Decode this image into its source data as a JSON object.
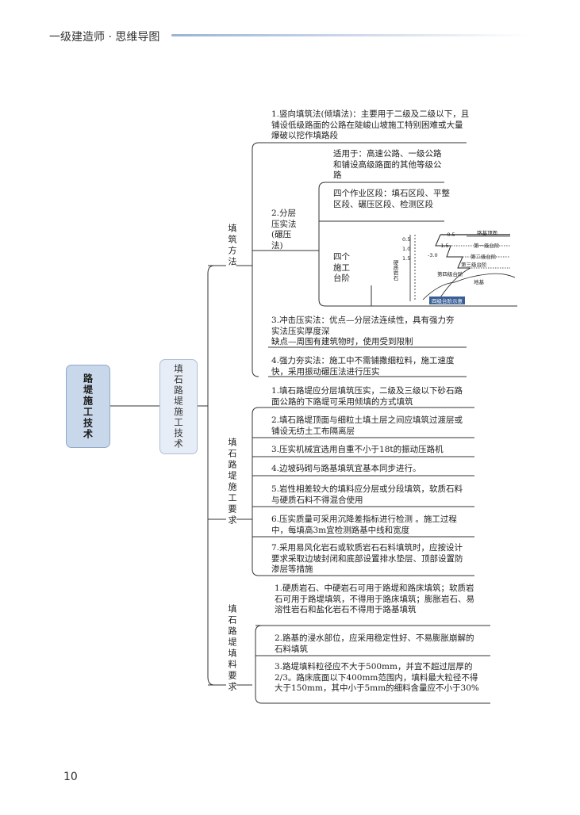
{
  "header": {
    "book_title": "一级建造师 · 思维导图"
  },
  "page_number": "10",
  "mindmap": {
    "root": "路堤施工技术",
    "topic": "填石路堤施工技术",
    "branches": [
      {
        "label": "填筑方法",
        "items": [
          "1.竖向填筑法(倾填法)：主要用于二级及二级以下，且铺设低级路面的公路在陡峻山坡施工特别困难或大量爆破以挖作填路段",
          "2.分层压实法(碾压法)",
          "3.冲击压实法：优点—分层法连续性，具有强力夯实法压实厚度深\n缺点—周围有建筑物时，使用受到限制",
          "4.强力夯实法：施工中不需铺撒细粒料，施工速度快，采用振动碾压法进行压实"
        ],
        "sub": [
          "适用于：高速公路、一级公路和铺设高级路面的其他等级公路",
          "四个作业区段：填石区段、平整区段、碾压区段、检测区段",
          "四个施工台阶"
        ]
      },
      {
        "label": "填石路堤施工要求",
        "items": [
          "1.填石路堤应分层填筑压实，二级及三级以下砂石路面公路的下路堤可采用倾填的方式填筑",
          "2.填石路堤顶面与细粒土填土层之间应填筑过渡层或铺设无纺土工布隔离层",
          "3.压实机械宜选用自重不小于18t的振动压路机",
          "4.边坡码砌与路基填筑宜基本同步进行。",
          "5.岩性相差较大的填料应分层或分段填筑，软质石料与硬质石料不得混合使用",
          "6.压实质量可采用沉降差指标进行检测 。施工过程中，每填高3m宜检测路基中线和宽度",
          "7.采用易风化岩石或软质岩石石料填筑时，应按设计要求采取边坡封闭和底部设置排水垫层、顶部设置防渗层等措施"
        ]
      },
      {
        "label": "填石路堤填料要求",
        "items": [
          "1.硬质岩石、中硬岩石可用于路堤和路床填筑；软质岩石可用于路堤填筑，不得用于路床填筑；膨胀岩石、易溶性岩石和盐化岩石不得用于路基填筑",
          "2.路基的浸水部位，应采用稳定性好、不易膨胀崩解的石料填筑",
          "3.路堤填料粒径应不大于500mm，并宜不超过层厚的2/3。路床底面以下400mm范围内，填料最大粒径不得大于150mm，其中小于5mm的细料含量应不小于30%"
        ]
      }
    ],
    "figure": {
      "caption": "四级台阶示意",
      "surface_label": "路基顶面",
      "steps": [
        "第一级台阶",
        "第二级台阶",
        "第三级台阶",
        "第四级台阶"
      ],
      "ground_label": "地基",
      "side_label": "硬质岩石",
      "offsets": [
        "-0.5",
        "-1.5",
        "-3.0"
      ],
      "depths": [
        "0.5",
        "1.0",
        "1.5"
      ]
    }
  }
}
